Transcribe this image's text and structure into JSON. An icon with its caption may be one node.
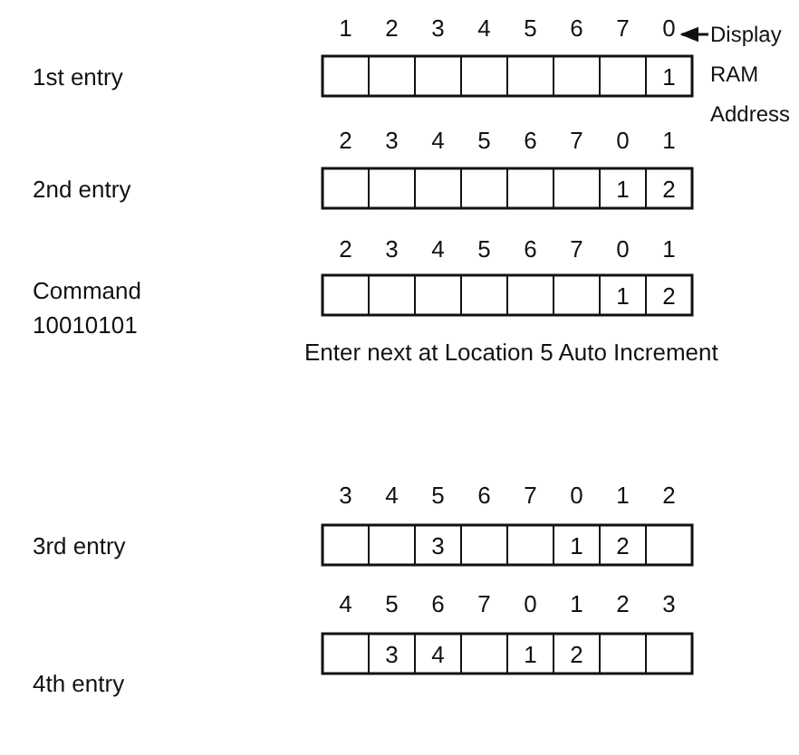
{
  "diagram": {
    "nodes": [
      {
        "text": [
          "0"
        ]
      },
      {
        "text": [
          "Display RAM Address"
        ]
      }
    ],
    "edges": [
      {
        "from": 1,
        "to": 0,
        "arrow": "to"
      }
    ],
    "labels": [
      "1",
      "2",
      "3",
      "4",
      "5",
      "6",
      "7",
      "1st entry",
      "1",
      "2",
      "3",
      "4",
      "5",
      "6",
      "7",
      "0",
      "1",
      "2nd entry",
      "1",
      "2",
      "2",
      "3",
      "4",
      "5",
      "6",
      "7",
      "0",
      "1",
      "Command",
      "10010101",
      "1",
      "2",
      "Enter next at Location 5 Auto Increment",
      "3",
      "4",
      "5",
      "6",
      "7",
      "0",
      "1",
      "2",
      "3rd entry",
      "3",
      "1",
      "2",
      "4",
      "5",
      "6",
      "7",
      "0",
      "1",
      "2",
      "3",
      "4th entry",
      "3",
      "4",
      "1",
      "2"
    ]
  }
}
